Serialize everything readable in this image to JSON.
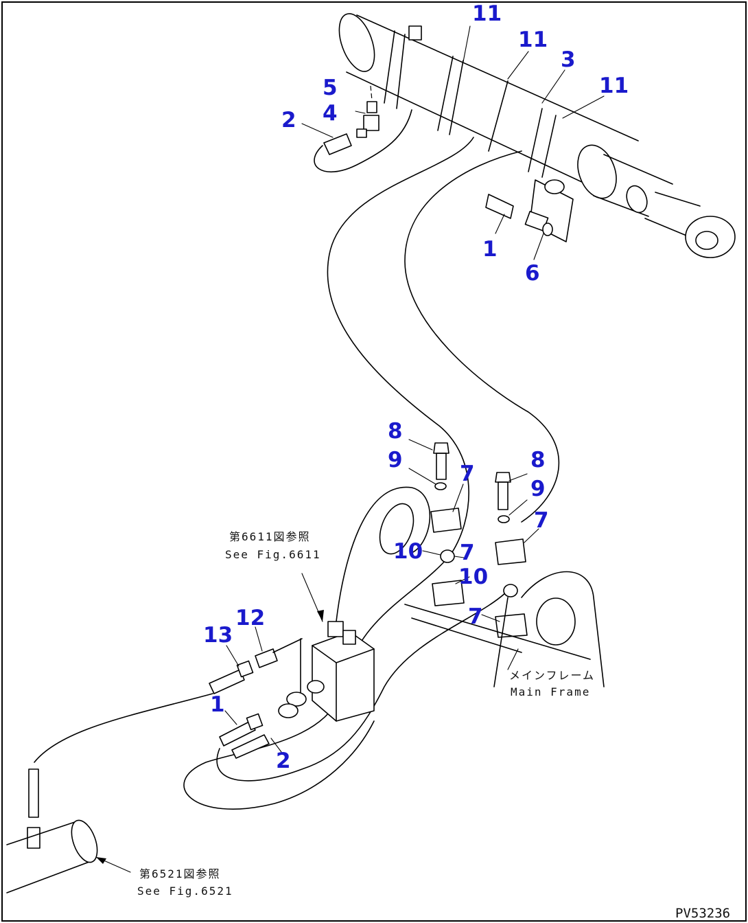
{
  "drawing_number": "PV53236",
  "references": {
    "fig_6611_jp": "第6611図参照",
    "fig_6611_en": "See Fig.6611",
    "fig_6521_jp": "第6521図参照",
    "fig_6521_en": "See Fig.6521",
    "main_frame_jp": "メインフレーム",
    "main_frame_en": "Main Frame"
  },
  "callouts": [
    {
      "id": "c11a",
      "label": "11"
    },
    {
      "id": "c11b",
      "label": "11"
    },
    {
      "id": "c3",
      "label": "3"
    },
    {
      "id": "c11c",
      "label": "11"
    },
    {
      "id": "c5",
      "label": "5"
    },
    {
      "id": "c4",
      "label": "4"
    },
    {
      "id": "c2a",
      "label": "2"
    },
    {
      "id": "c1a",
      "label": "1"
    },
    {
      "id": "c6",
      "label": "6"
    },
    {
      "id": "c8a",
      "label": "8"
    },
    {
      "id": "c9a",
      "label": "9"
    },
    {
      "id": "c7a",
      "label": "7"
    },
    {
      "id": "c8b",
      "label": "8"
    },
    {
      "id": "c9b",
      "label": "9"
    },
    {
      "id": "c7b",
      "label": "7"
    },
    {
      "id": "c10a",
      "label": "10"
    },
    {
      "id": "c7c",
      "label": "7"
    },
    {
      "id": "c10b",
      "label": "10"
    },
    {
      "id": "c7d",
      "label": "7"
    },
    {
      "id": "c12",
      "label": "12"
    },
    {
      "id": "c13",
      "label": "13"
    },
    {
      "id": "c1b",
      "label": "1"
    },
    {
      "id": "c2b",
      "label": "2"
    }
  ]
}
